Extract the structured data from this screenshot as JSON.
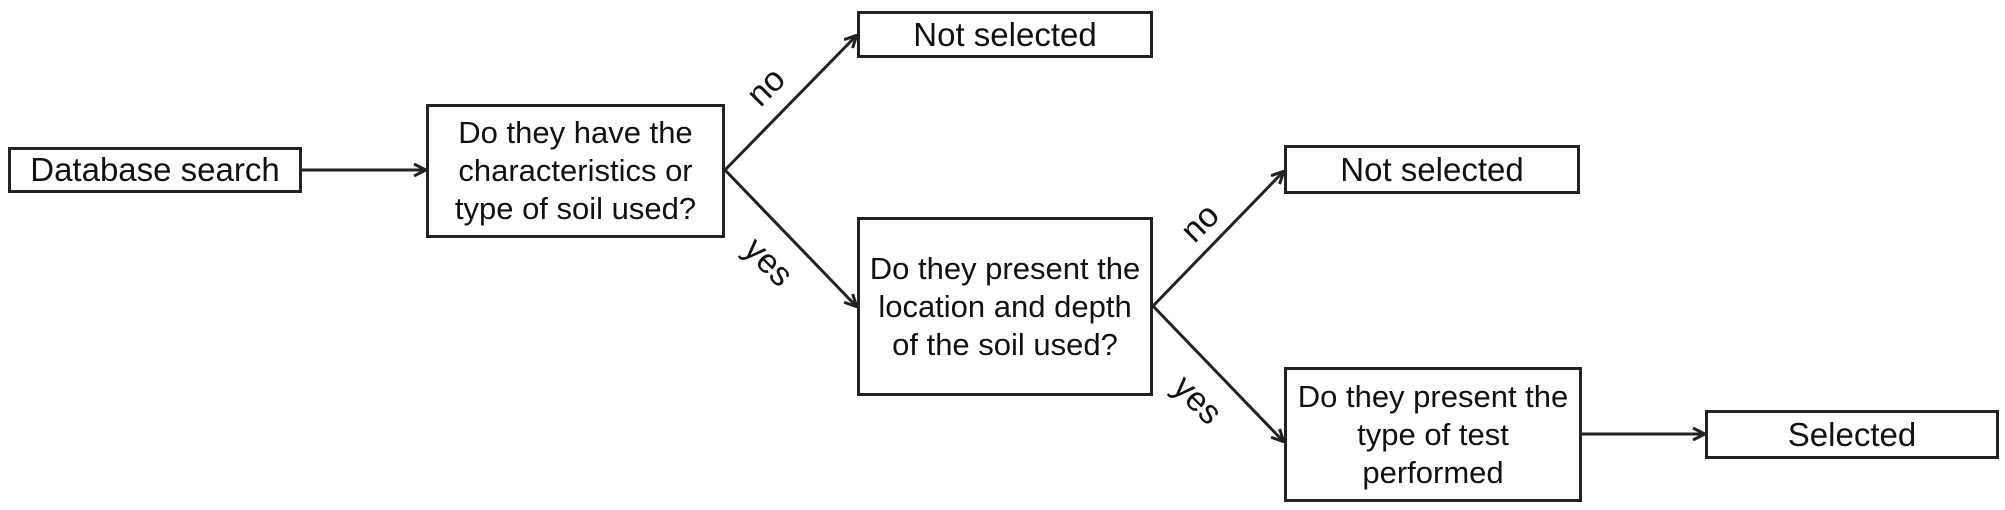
{
  "nodes": {
    "database_search": "Database search",
    "soil_characteristics_q": "Do they have the characteristics or type of soil used?",
    "not_selected_1": "Not selected",
    "location_depth_q": "Do they present the location and depth of the soil used?",
    "not_selected_2": "Not selected",
    "test_type_q": "Do they present the type of test performed",
    "selected": "Selected"
  },
  "edge_labels": {
    "no_1": "no",
    "yes_1": "yes",
    "no_2": "no",
    "yes_2": "yes"
  },
  "colors": {
    "stroke": "#222222",
    "background": "#ffffff"
  }
}
